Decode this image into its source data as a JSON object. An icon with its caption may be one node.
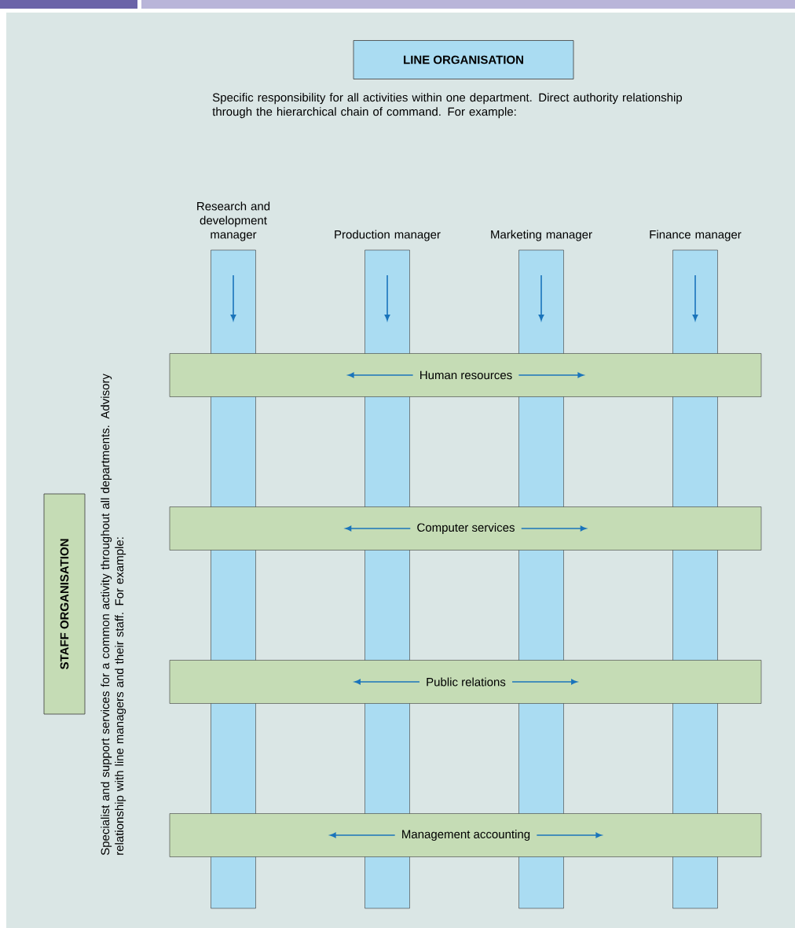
{
  "diagram": {
    "nodes": [
      {
        "text": [
          "LINE ORGANISATION"
        ]
      },
      {
        "text": [
          "Research and development manager"
        ]
      },
      {
        "text": [
          "Production manager"
        ]
      },
      {
        "text": [
          "Marketing manager"
        ]
      },
      {
        "text": [
          "Finance manager"
        ]
      },
      {
        "text": [
          "Human resources"
        ]
      },
      {
        "text": [
          "Computer services"
        ]
      },
      {
        "text": [
          "Public relations"
        ]
      },
      {
        "text": [
          "Management accounting"
        ]
      },
      {
        "text": [
          "STAFF ORGANISATION"
        ]
      }
    ],
    "labels": [
      "Specific responsibility for all activities within one department. Direct authority relationship through the hierarchical chain of command. For example:",
      "Specialist and support services for a common activity throughout all departments. Advisory relationship with line managers and their staff. For example:"
    ]
  }
}
